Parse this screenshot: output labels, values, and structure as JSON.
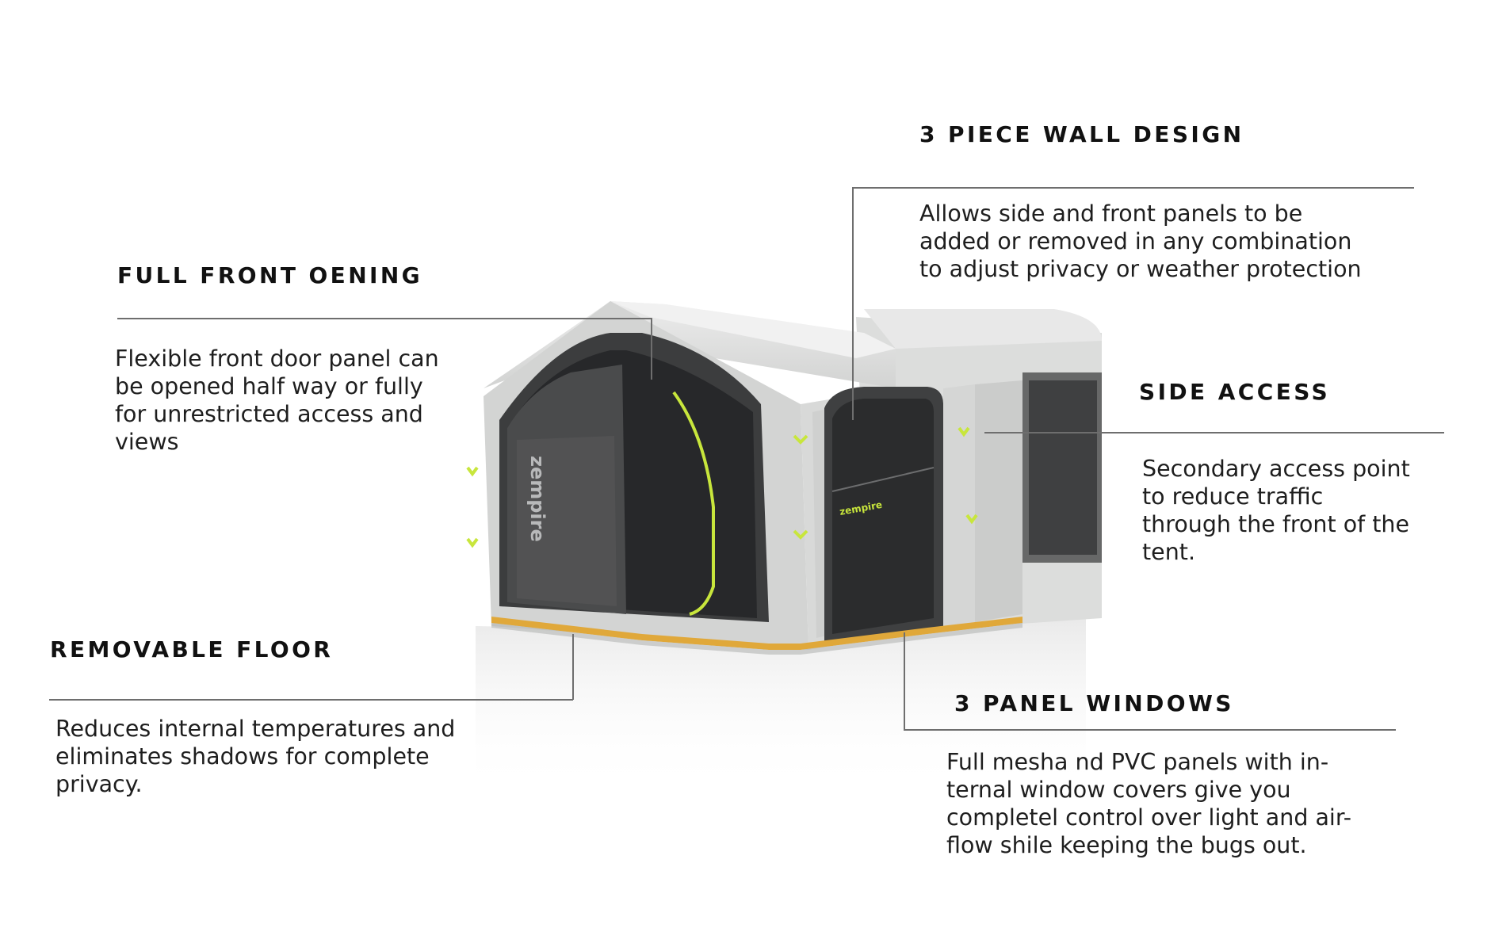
{
  "features": {
    "front_opening": {
      "heading": "FULL FRONT OENING",
      "lines": [
        "Flexible front door panel can",
        "be opened half way or fully",
        "for unrestricted access and",
        "views"
      ]
    },
    "removable_floor": {
      "heading": "REMOVABLE FLOOR",
      "lines": [
        "Reduces internal temperatures and",
        "eliminates shadows for complete",
        "privacy."
      ]
    },
    "wall_design": {
      "heading": "3 PIECE WALL DESIGN",
      "lines": [
        "Allows side and front panels to be",
        "added or removed in any combination",
        "to adjust privacy or weather protection"
      ]
    },
    "side_access": {
      "heading": "SIDE ACCESS",
      "lines": [
        "Secondary access point",
        "to reduce traffic",
        "through the front of the",
        "tent."
      ]
    },
    "panel_windows": {
      "heading": "3 PANEL WINDOWS",
      "lines": [
        "Full mesha nd PVC panels with in-",
        "ternal window covers give you",
        "completel control over light and air-",
        "flow shile keeping the bugs out."
      ]
    }
  },
  "product_image": {
    "logo_text": "zempire",
    "colors": {
      "tent_fabric": "#d6d7d6",
      "tent_fabric_shadow": "#bfc0bf",
      "panel_dark": "#3a3b3c",
      "mesh": "#2a2b2c",
      "accent_green": "#c8e63c",
      "floor_trim": "#e0a83a"
    }
  }
}
